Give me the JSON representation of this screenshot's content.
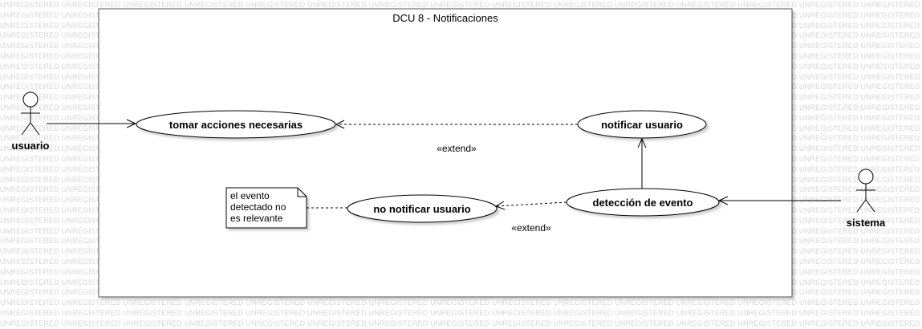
{
  "watermark": {
    "text": "UNREGISTERED"
  },
  "diagram": {
    "title": "DCU 8 - Notificaciones",
    "actors": {
      "usuario": "usuario",
      "sistema": "sistema"
    },
    "use_cases": {
      "tomar_acciones": "tomar acciones necesarias",
      "notificar": "notificar usuario",
      "no_notificar": "no notificar usuario",
      "deteccion": "detección de evento"
    },
    "extend_labels": [
      "«extend»",
      "«extend»"
    ],
    "note": {
      "lines": [
        "el evento",
        "detectado no",
        "es relevante"
      ]
    }
  }
}
